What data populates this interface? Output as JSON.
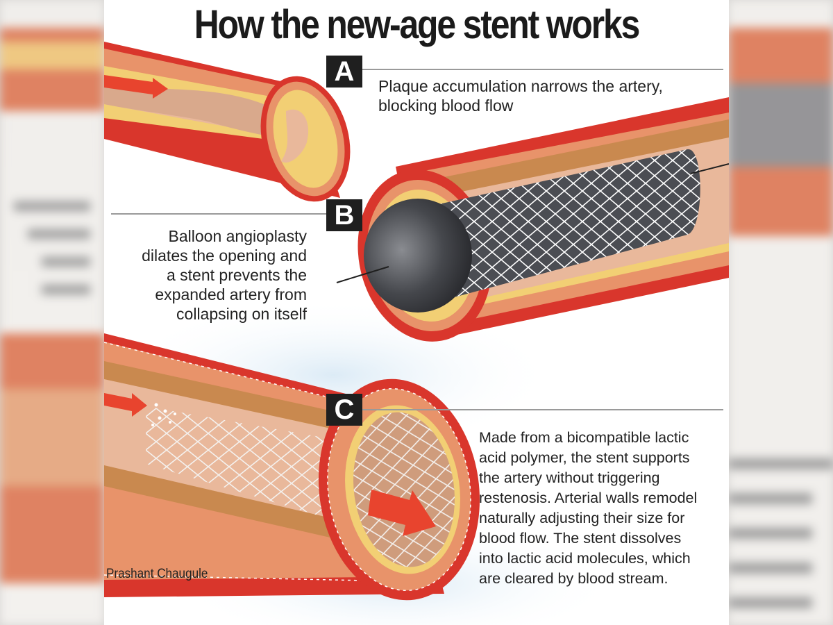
{
  "title": "How the new-age stent works",
  "steps": [
    {
      "label": "A",
      "lines": [
        "Plaque accumulation narrows the artery,",
        "blocking blood flow"
      ]
    },
    {
      "label": "B",
      "lines": [
        "Balloon angioplasty",
        "dilates the opening and",
        "a stent prevents the",
        "expanded artery from",
        "collapsing on itself"
      ]
    },
    {
      "label": "C",
      "lines": [
        "Made from a bicompatible lactic",
        "acid polymer, the stent supports",
        "the artery without triggering",
        "restenosis. Arterial walls remodel",
        "naturally adjusting their size for",
        "blood flow. The stent dissolves",
        "into lactic acid molecules, which",
        "are cleared by blood stream."
      ]
    }
  ],
  "credit": "Prashant Chaugule",
  "colors": {
    "artery_outer": "#d9362c",
    "artery_wall": "#e8936a",
    "fat_layer": "#f2cf74",
    "lumen": "#e9b89b",
    "balloon": "#3d3f44",
    "badge": "#1f1f1f",
    "flow_arrow": "#e8442e"
  }
}
